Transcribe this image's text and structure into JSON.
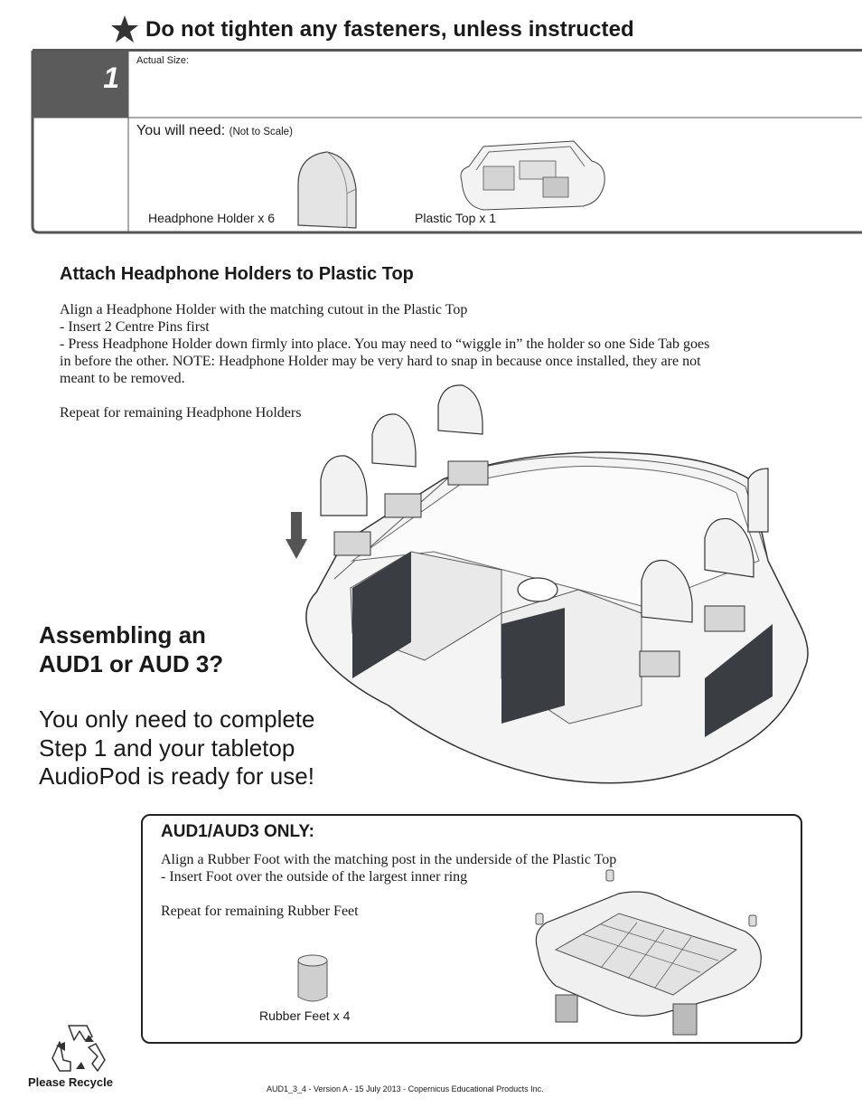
{
  "header": {
    "warning": "Do not tighten any fasteners, unless instructed",
    "icon": "star-icon"
  },
  "step": {
    "number": "1",
    "actual_size_label": "Actual Size:",
    "you_will_need_label": "You will need:",
    "not_to_scale": "(Not to Scale)",
    "parts": [
      {
        "label": "Headphone Holder x 6"
      },
      {
        "label": "Plastic Top x 1"
      }
    ]
  },
  "section": {
    "title": "Attach Headphone Holders to Plastic Top",
    "lines": [
      "Align a Headphone Holder with the matching cutout in the Plastic Top",
      "- Insert 2 Centre Pins first",
      "- Press Headphone Holder down firmly into place. You may need to “wiggle in”  the holder so one Side Tab goes",
      "in before the other. NOTE: Headphone Holder may be very hard to snap in because once installed, they are not",
      "meant to be removed."
    ],
    "repeat": "Repeat for remaining Headphone Holders"
  },
  "callout": {
    "question": [
      "Assembling an",
      "AUD1 or AUD 3?"
    ],
    "answer": [
      "You only need to complete",
      "Step 1 and your tabletop",
      "AudioPod is ready for use!"
    ]
  },
  "feet_box": {
    "title": "AUD1/AUD3 ONLY:",
    "lines": [
      "Align a Rubber Foot with the matching post in the underside of the Plastic Top",
      "- Insert Foot over the outside of the largest inner ring"
    ],
    "repeat": "Repeat for remaining Rubber Feet",
    "part_label": "Rubber Feet x 4"
  },
  "footer": {
    "recycle_label": "Please Recycle",
    "doc_info": "AUD1_3_4 - Version A - 15 July 2013 - Copernicus Educational Products Inc."
  },
  "colors": {
    "badge": "#5b5b5b",
    "frame": "#555555",
    "dark_panel": "#3a3d42"
  }
}
